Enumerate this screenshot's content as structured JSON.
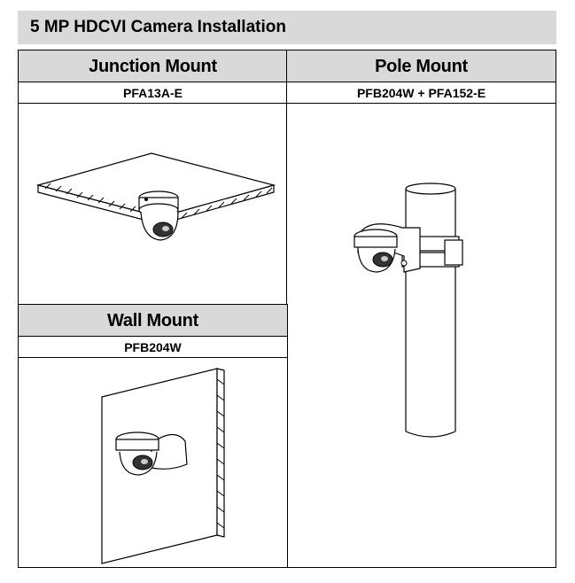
{
  "title": "5 MP HDCVI Camera Installation",
  "mounts": [
    {
      "name": "Junction Mount",
      "model": "PFA13A-E"
    },
    {
      "name": "Pole Mount",
      "model": "PFB204W + PFA152-E"
    },
    {
      "name": "Wall Mount",
      "model": "PFB204W"
    }
  ],
  "colors": {
    "header_bg": "#d9d9d9",
    "border": "#000000"
  },
  "icons": [
    "ceiling-junction-mount-illustration",
    "pole-mount-illustration",
    "wall-mount-illustration"
  ]
}
